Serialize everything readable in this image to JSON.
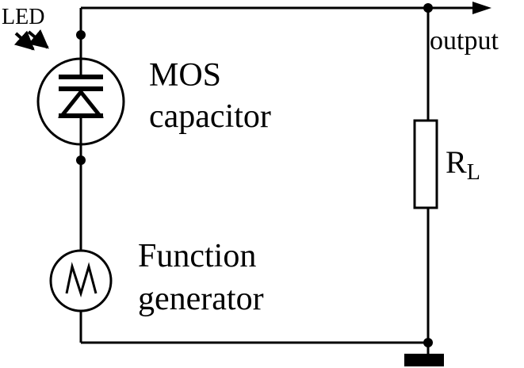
{
  "diagram": {
    "led_label": "LED",
    "mos_label_line1": "MOS",
    "mos_label_line2": "capacitor",
    "output_label": "output",
    "load_label_main": "R",
    "load_label_sub": "L",
    "generator_label_line1": "Function",
    "generator_label_line2": "generator"
  },
  "colors": {
    "ink": "#000000",
    "background": "#ffffff"
  },
  "icons": {
    "generator": "sawtooth-wave-icon",
    "light": "light-arrows-icon",
    "ground": "ground-icon"
  }
}
